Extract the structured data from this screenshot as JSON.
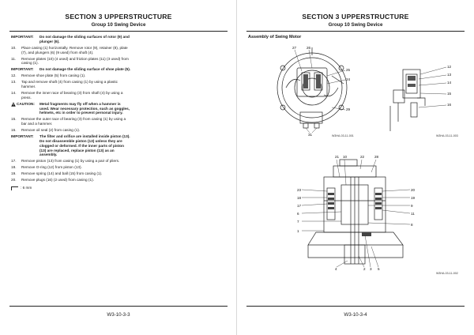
{
  "left_page": {
    "section_title": "SECTION 3 UPPERSTRUCTURE",
    "group_title": "Group 10 Swing Device",
    "page_number": "W3-10-3-3",
    "blocks": [
      {
        "label": "IMPORTANT:",
        "text": "Do not damage the sliding surfaces of rotor (9) and plunger (6)."
      },
      {
        "label": "10.",
        "text": "Place casing (1) horizontally. Remove rotor (9), retainer (8), plate (7), and plungers (6) (9 used) from shaft (4)."
      },
      {
        "label": "11.",
        "text": "Remove plates (10) (4 used) and friction plates (11) (3 used) from casing (1)."
      },
      {
        "label": "IMPORTANT:",
        "text": "Do not damage the sliding surface of shoe plate (5)."
      },
      {
        "label": "12.",
        "text": "Remove shoe plate (5) from casing (1)."
      },
      {
        "label": "13.",
        "text": "Tap and remove shaft (4) from casing (1) by using a plastic hammer."
      },
      {
        "label": "14.",
        "text": "Remove the inner race of bearing (3) from shaft (4) by using a press."
      },
      {
        "label": "CAUTION:",
        "text": "Metal fragments may fly off when a hammer is used. Wear necessary protection, such as goggles, helmets, etc in order to prevent personal injury."
      },
      {
        "label": "15.",
        "text": "Remove the outer race of bearing (3) from casing (1) by using a bar and a hammer."
      },
      {
        "label": "16.",
        "text": "Remove oil seal (2) from casing (1)."
      },
      {
        "label": "IMPORTANT:",
        "text": "The filter and orifice are installed inside piston (13). Do not disassemble piston (13) unless they are clogged or deformed. If the inner parts of piston (13) are replaced, replace piston (13) as an assembly."
      },
      {
        "label": "17.",
        "text": "Remove piston (13) from casing (1) by using a pair of pliers."
      },
      {
        "label": "18.",
        "text": "Remove O-ring (12) from piston (13)."
      },
      {
        "label": "19.",
        "text": "Remove spring (14) and ball (15) from casing (1)."
      },
      {
        "label": "20.",
        "text": "Remove plugs (16) (2 used) from casing (1)."
      }
    ],
    "legend_text": ": 6 mm"
  },
  "right_page": {
    "section_title": "SECTION 3 UPPERSTRUCTURE",
    "group_title": "Group 10 Swing Device",
    "page_number": "W3-10-3-4",
    "figure_heading": "Assembly of Swing Motor",
    "fig1_code": "W3HA-03-11-001",
    "fig2_code": "W3HA-03-11-003",
    "fig3_code": "W3HA-03-11-002",
    "fig1_callouts": [
      "27",
      "26",
      "25",
      "24",
      "29",
      "31"
    ],
    "fig2_callouts": [
      "12",
      "13",
      "14",
      "15",
      "16"
    ],
    "fig3_top_callouts": [
      "21",
      "10",
      "22",
      "28"
    ],
    "fig3_left_callouts": [
      "23",
      "18",
      "17",
      "6",
      "7",
      "1"
    ],
    "fig3_right_callouts": [
      "20",
      "19",
      "9",
      "11",
      "8"
    ],
    "fig3_bottom_callouts": [
      "4",
      "2",
      "3",
      "5"
    ]
  }
}
